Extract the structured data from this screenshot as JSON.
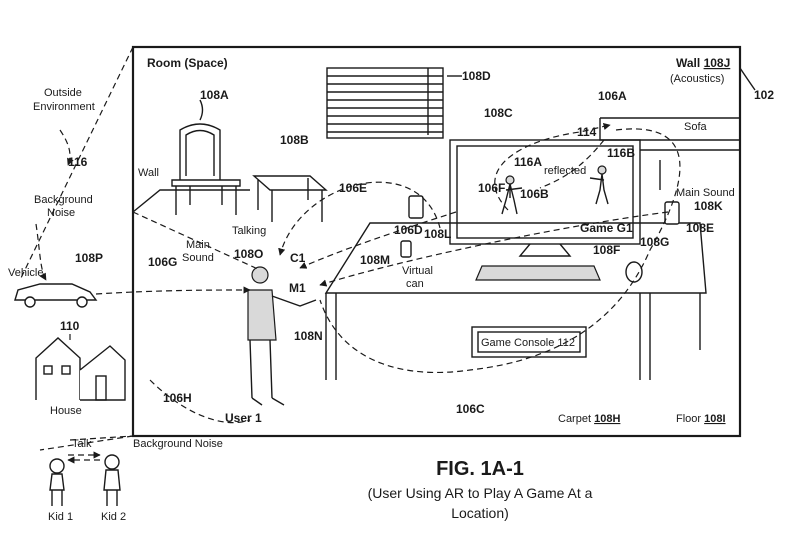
{
  "labels": {
    "room": "Room (Space)",
    "wall_prefix": "Wall",
    "wall_ref": "108J",
    "acoustics": "(Acoustics)",
    "ref_102": "102",
    "outside_env_1": "Outside",
    "outside_env_2": "Environment",
    "ref_116": "116",
    "background_noise_1": "Background",
    "background_noise_2": "Noise",
    "ref_108p": "108P",
    "vehicle": "Vehicle",
    "ref_110": "110",
    "house": "House",
    "ref_106h": "106H",
    "talk": "Talk",
    "background_noise_bottom": "Background Noise",
    "kid1": "Kid 1",
    "kid2": "Kid 2",
    "wall": "Wall",
    "ref_108a": "108A",
    "ref_108b": "108B",
    "ref_108d": "108D",
    "ref_108c": "108C",
    "ref_106a": "106A",
    "sofa": "Sofa",
    "ref_114": "114",
    "reflected": "reflected",
    "ref_116a": "116A",
    "ref_116b": "116B",
    "ref_106f": "106F",
    "ref_106b": "106B",
    "game_g1": "Game G1",
    "ref_106e": "106E",
    "talking": "Talking",
    "main_sound": "Main Sound",
    "main_sound_left": "Main",
    "main_sound_left2": "Sound",
    "ref_108o": "108O",
    "c1": "C1",
    "m1": "M1",
    "ref_106d": "106D",
    "ref_108l": "108L",
    "ref_108m": "108M",
    "virtual": "Virtual",
    "can": "can",
    "ref_106g": "106G",
    "ref_108f": "108F",
    "ref_108g": "108G",
    "ref_108k": "108K",
    "ref_108e": "108E",
    "ref_108n": "108N",
    "game_console": "Game Console 112",
    "user1": "User 1",
    "ref_106c": "106C",
    "carpet_prefix": "Carpet",
    "carpet_ref": "108H",
    "floor_prefix": "Floor",
    "floor_ref": "108I"
  },
  "caption": {
    "figure": "FIG. 1A-1",
    "line1": "(User Using AR to Play A Game At a",
    "line2": "Location)"
  }
}
